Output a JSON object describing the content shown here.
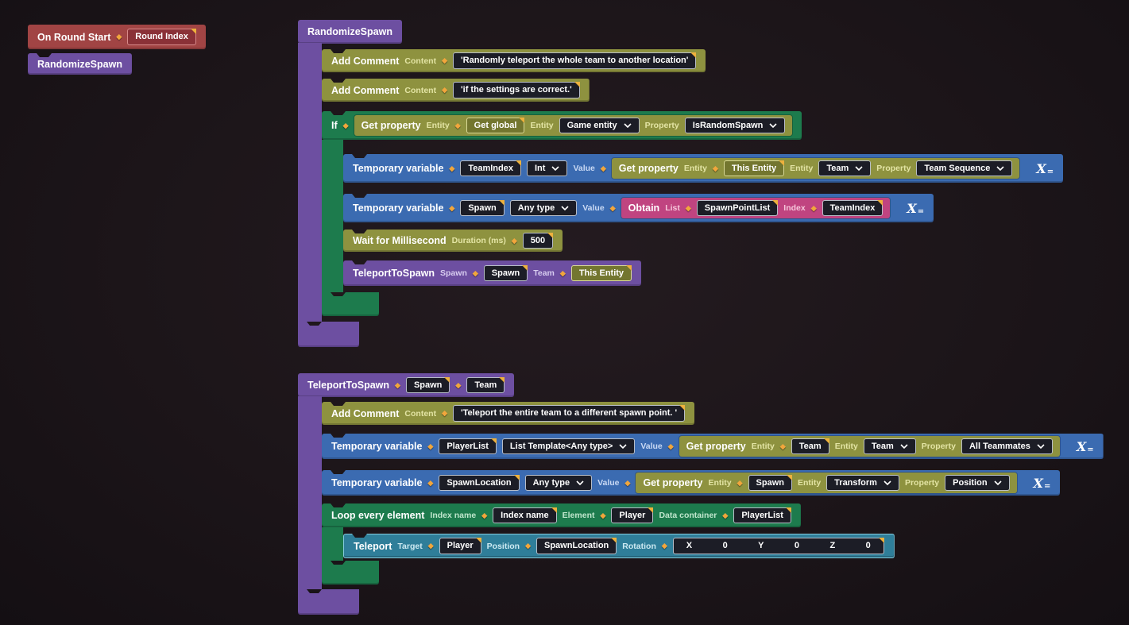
{
  "icons": {
    "diamond": "◆",
    "assign_x": "X",
    "assign_eq": "="
  },
  "event_group": {
    "on_round_start": {
      "title": "On Round Start",
      "param": "Round Index"
    },
    "call": {
      "title": "RandomizeSpawn"
    }
  },
  "randomize_spawn": {
    "title": "RandomizeSpawn",
    "comment1": {
      "title": "Add Comment",
      "content_label": "Content",
      "text": "'Randomly teleport the whole team to another location'"
    },
    "comment2": {
      "title": "Add Comment",
      "content_label": "Content",
      "text": "'if the settings are correct.'"
    },
    "if_block": {
      "title": "If",
      "condition": {
        "title": "Get property",
        "entity_label": "Entity",
        "entity_block": "Get global",
        "component_label": "Entity",
        "component_value": "Game entity",
        "property_label": "Property",
        "property_value": "IsRandomSpawn"
      },
      "set_team_index": {
        "title": "Temporary variable",
        "name": "TeamIndex",
        "type": "Int",
        "value_label": "Value",
        "getter": {
          "title": "Get property",
          "entity_label": "Entity",
          "entity_value": "This Entity",
          "component_label": "Entity",
          "component_value": "Team",
          "property_label": "Property",
          "property_value": "Team Sequence"
        }
      },
      "set_spawn": {
        "title": "Temporary variable",
        "name": "Spawn",
        "type": "Any type",
        "value_label": "Value",
        "obtain": {
          "title": "Obtain",
          "list_label": "List",
          "list_value": "SpawnPointList",
          "index_label": "Index",
          "index_value": "TeamIndex"
        }
      },
      "wait": {
        "title": "Wait for Millisecond",
        "duration_label": "Duration (ms)",
        "duration_value": "500"
      },
      "call_teleport": {
        "title": "TeleportToSpawn",
        "spawn_label": "Spawn",
        "spawn_value": "Spawn",
        "team_label": "Team",
        "team_value": "This Entity"
      }
    }
  },
  "teleport_to_spawn": {
    "title": "TeleportToSpawn",
    "param_spawn": "Spawn",
    "param_team": "Team",
    "comment": {
      "title": "Add Comment",
      "content_label": "Content",
      "text": "'Teleport the entire team to a different spawn point. '"
    },
    "set_player_list": {
      "title": "Temporary variable",
      "name": "PlayerList",
      "type": "List Template<Any type>",
      "value_label": "Value",
      "getter": {
        "title": "Get property",
        "entity_label": "Entity",
        "entity_value": "Team",
        "component_label": "Entity",
        "component_value": "Team",
        "property_label": "Property",
        "property_value": "All Teammates"
      }
    },
    "set_spawn_location": {
      "title": "Temporary variable",
      "name": "SpawnLocation",
      "type": "Any type",
      "value_label": "Value",
      "getter": {
        "title": "Get property",
        "entity_label": "Entity",
        "entity_value": "Spawn",
        "component_label": "Entity",
        "component_value": "Transform",
        "property_label": "Property",
        "property_value": "Position"
      }
    },
    "loop": {
      "title": "Loop every element",
      "index_label": "Index name",
      "index_value": "Index name",
      "element_label": "Element",
      "element_value": "Player",
      "container_label": "Data container",
      "container_value": "PlayerList"
    },
    "teleport": {
      "title": "Teleport",
      "target_label": "Target",
      "target_value": "Player",
      "position_label": "Position",
      "position_value": "SpawnLocation",
      "rotation_label": "Rotation",
      "x_label": "X",
      "x_value": "0",
      "y_label": "Y",
      "y_value": "0",
      "z_label": "Z",
      "z_value": "0"
    }
  }
}
